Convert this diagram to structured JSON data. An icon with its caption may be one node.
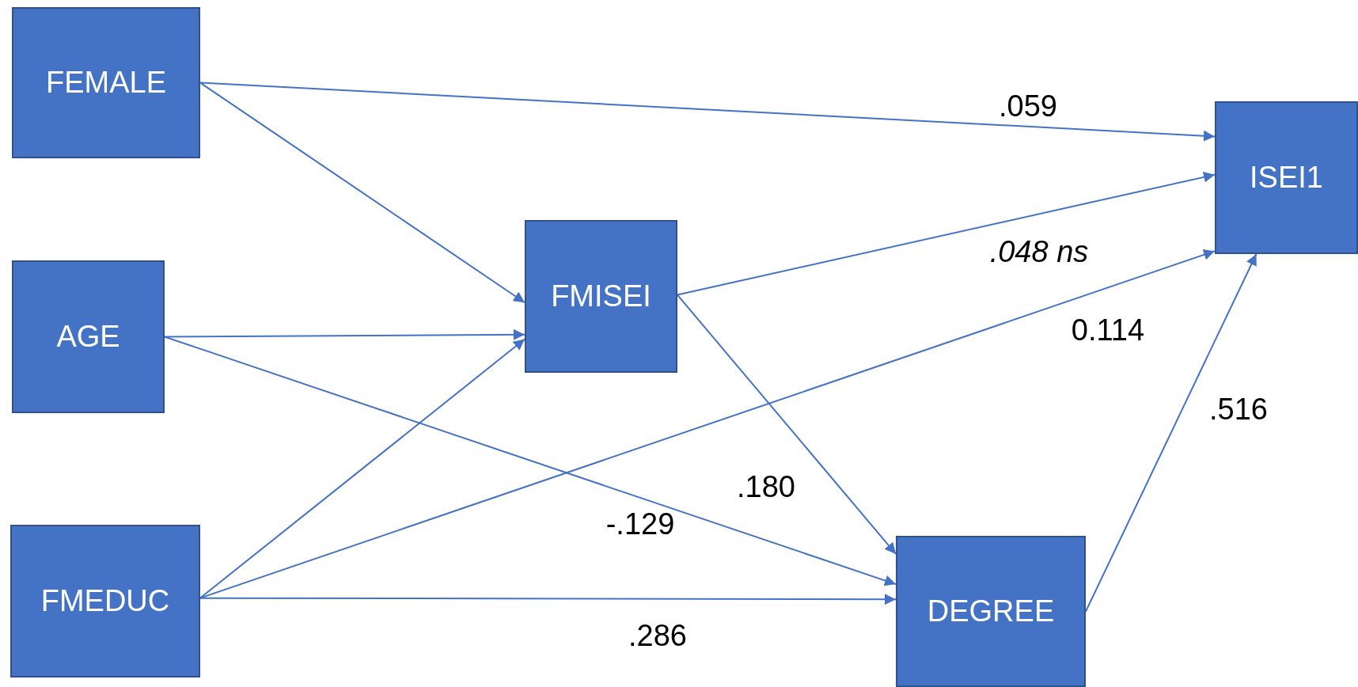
{
  "diagram": {
    "nodes": [
      {
        "text": [
          "FEMALE"
        ]
      },
      {
        "text": [
          "AGE"
        ]
      },
      {
        "text": [
          "FMEDUC"
        ]
      },
      {
        "text": [
          "FMISEI"
        ]
      },
      {
        "text": [
          "DEGREE"
        ]
      },
      {
        "text": [
          "ISEI1"
        ]
      }
    ],
    "edges": [
      {
        "from": 0,
        "to": 5,
        "arrow": "to",
        "label": ".059"
      },
      {
        "from": 0,
        "to": 3,
        "arrow": "to"
      },
      {
        "from": 1,
        "to": 3,
        "arrow": "to"
      },
      {
        "from": 1,
        "to": 4,
        "arrow": "to",
        "label": "-.129"
      },
      {
        "from": 2,
        "to": 3,
        "arrow": "to"
      },
      {
        "from": 2,
        "to": 5,
        "arrow": "to",
        "label": "0.114"
      },
      {
        "from": 2,
        "to": 4,
        "arrow": "to",
        "label": ".286"
      },
      {
        "from": 3,
        "to": 5,
        "arrow": "to",
        "label": ".048 ns"
      },
      {
        "from": 3,
        "to": 4,
        "arrow": "to",
        "label": ".180"
      },
      {
        "from": 4,
        "to": 5,
        "arrow": "to",
        "label": ".516"
      }
    ]
  }
}
